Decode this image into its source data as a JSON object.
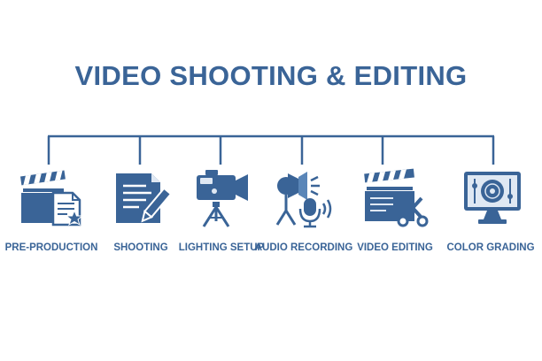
{
  "title": "VIDEO SHOOTING & EDITING",
  "colors": {
    "primary": "#3a6497",
    "secondary": "#5a86b8",
    "light": "#dfe8f3"
  },
  "steps": [
    {
      "label": "PRE-PRODUCTION",
      "icon": "clapperboard-document-icon"
    },
    {
      "label": "SHOOTING",
      "icon": "document-pen-icon"
    },
    {
      "label": "LIGHTING SETUP",
      "icon": "camera-tripod-icon"
    },
    {
      "label": "AUDIO RECORDING",
      "icon": "spotlight-microphone-icon"
    },
    {
      "label": "VIDEO EDITING",
      "icon": "clapperboard-scissors-icon"
    },
    {
      "label": "COLOR GRADING",
      "icon": "monitor-color-wheel-icon"
    }
  ]
}
